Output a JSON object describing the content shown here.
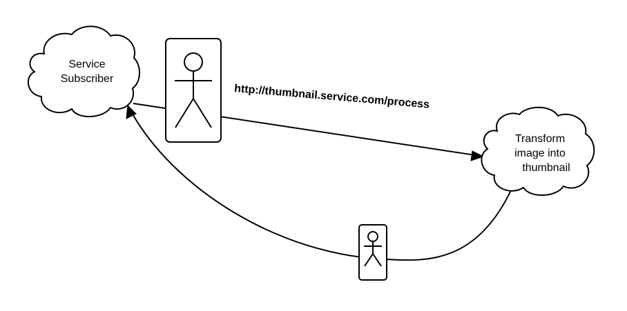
{
  "diagram": {
    "nodes": {
      "service_subscriber": {
        "lines": [
          "Service",
          "Subscriber"
        ]
      },
      "transform": {
        "lines": [
          "Transform",
          "image into",
          "thumbnail"
        ]
      }
    },
    "request_url": "http://thumbnail.service.com/process"
  },
  "colors": {
    "stroke": "#000000",
    "fill": "#ffffff"
  }
}
